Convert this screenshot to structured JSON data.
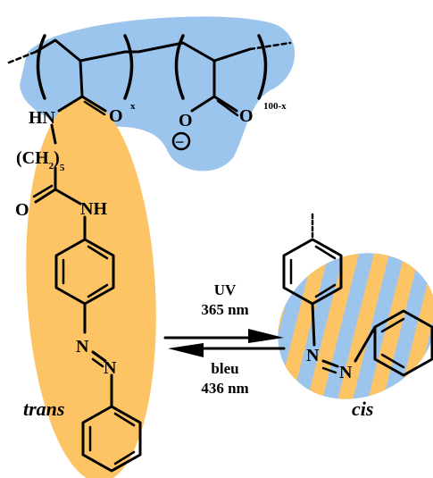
{
  "colors": {
    "polymer_region": "#9CC5EE",
    "azo_region": "#FDC466",
    "stripe_a": "#9CC5EE",
    "stripe_b": "#FDC466",
    "ink": "#000000"
  },
  "polymer": {
    "carbonyl_left": "O",
    "subscript_x": "x",
    "hn": "HN",
    "ester_o": "O",
    "carbonyl_right": "O",
    "subscript_right": "100-x",
    "negative_charge": "−"
  },
  "spacer": {
    "open": "(CH",
    "sub2": "2",
    "close": ")",
    "sub5": "5"
  },
  "amide": {
    "o": "O",
    "nh": "NH"
  },
  "trans_azo": {
    "n1": "N",
    "n2": "N",
    "label": "trans"
  },
  "cis_azo": {
    "n1": "N",
    "n2": "N",
    "label": "cis"
  },
  "conditions": {
    "forward_line1": "UV",
    "forward_line2": "365 nm",
    "reverse_line1": "bleu",
    "reverse_line2": "436 nm"
  }
}
